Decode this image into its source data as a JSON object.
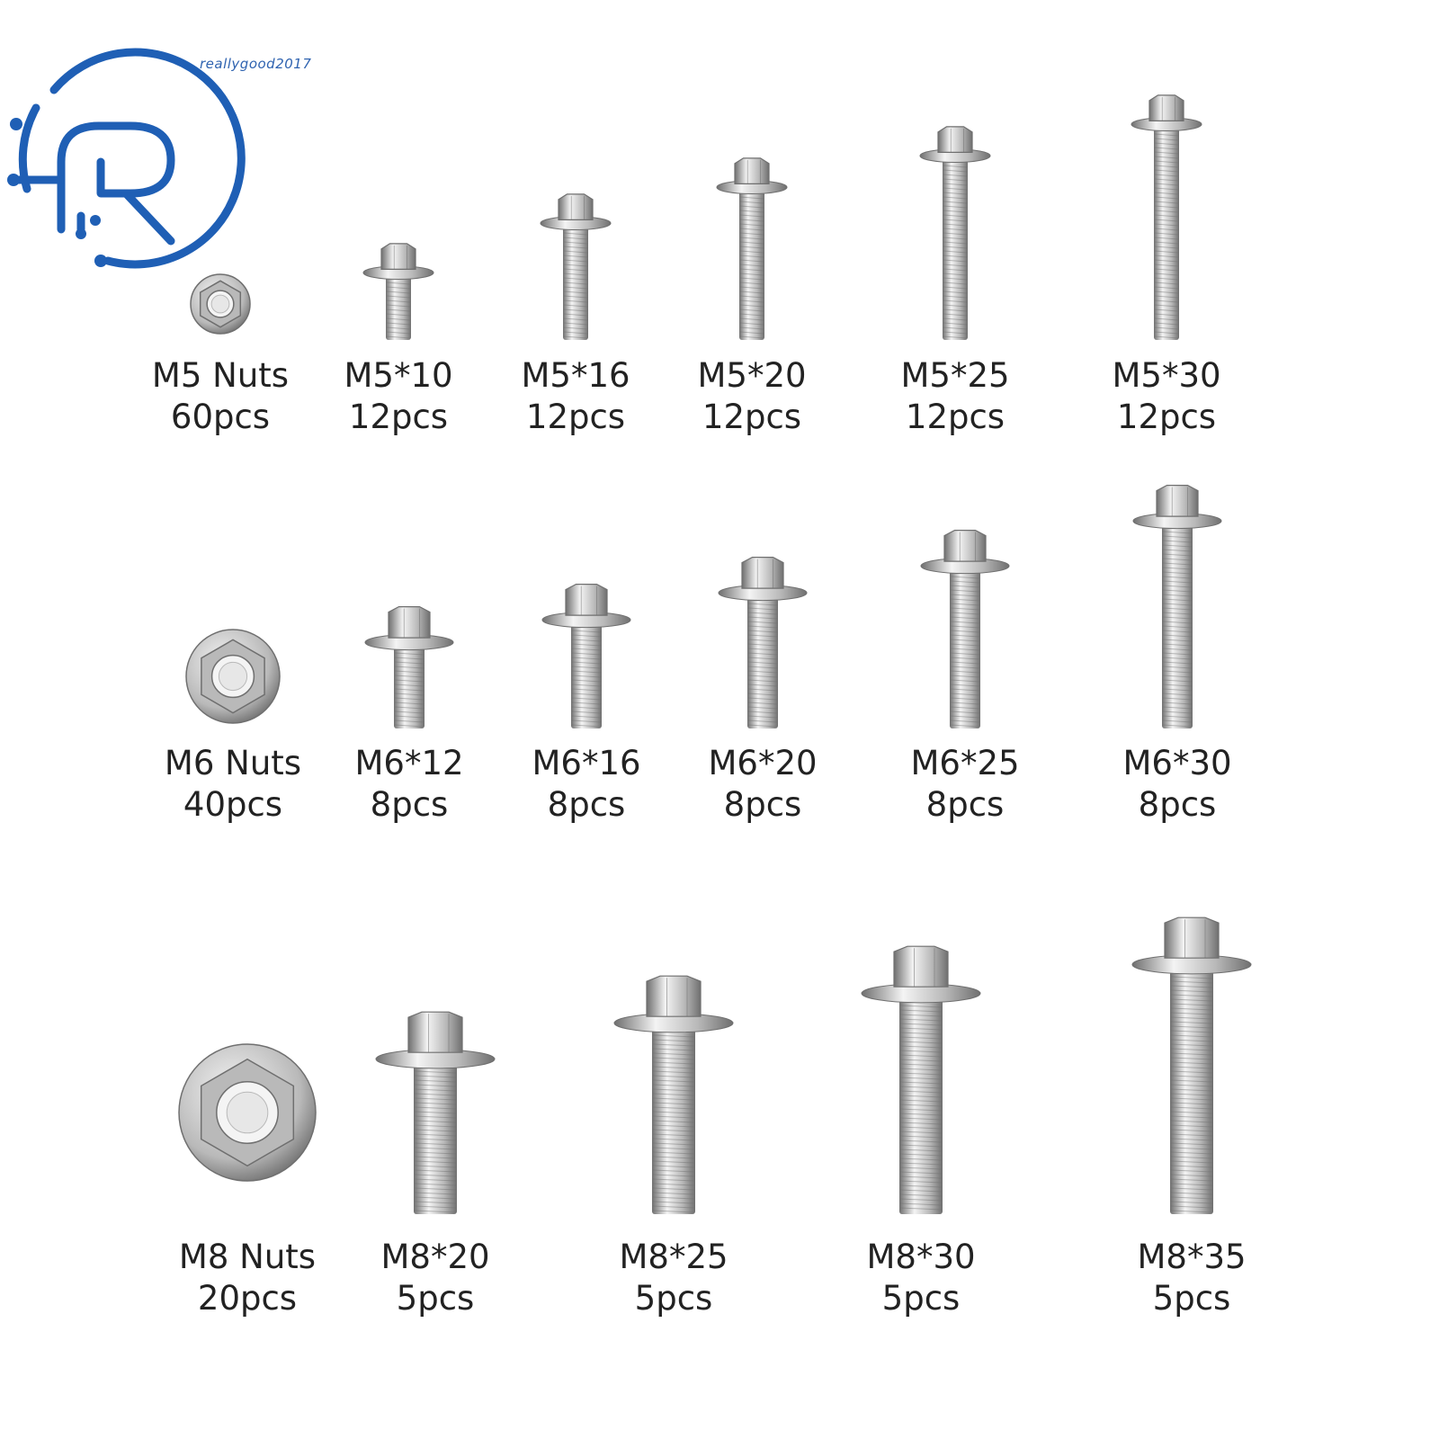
{
  "watermark": {
    "brand": "reallygood2017",
    "logo_letter": "R",
    "color": "#1f5fb5"
  },
  "metal_colors": {
    "light": "#f4f4f4",
    "mid": "#b9b9b9",
    "dark": "#6f6f6f"
  },
  "rows": [
    {
      "items": [
        {
          "kind": "nut",
          "size": "M5 Nuts",
          "qty": "60pcs"
        },
        {
          "kind": "bolt",
          "size": "M5*10",
          "qty": "12pcs"
        },
        {
          "kind": "bolt",
          "size": "M5*16",
          "qty": "12pcs"
        },
        {
          "kind": "bolt",
          "size": "M5*20",
          "qty": "12pcs"
        },
        {
          "kind": "bolt",
          "size": "M5*25",
          "qty": "12pcs"
        },
        {
          "kind": "bolt",
          "size": "M5*30",
          "qty": "12pcs"
        }
      ]
    },
    {
      "items": [
        {
          "kind": "nut",
          "size": "M6 Nuts",
          "qty": "40pcs"
        },
        {
          "kind": "bolt",
          "size": "M6*12",
          "qty": "8pcs"
        },
        {
          "kind": "bolt",
          "size": "M6*16",
          "qty": "8pcs"
        },
        {
          "kind": "bolt",
          "size": "M6*20",
          "qty": "8pcs"
        },
        {
          "kind": "bolt",
          "size": "M6*25",
          "qty": "8pcs"
        },
        {
          "kind": "bolt",
          "size": "M6*30",
          "qty": "8pcs"
        }
      ]
    },
    {
      "items": [
        {
          "kind": "nut",
          "size": "M8 Nuts",
          "qty": "20pcs"
        },
        {
          "kind": "bolt",
          "size": "M8*20",
          "qty": "5pcs"
        },
        {
          "kind": "bolt",
          "size": "M8*25",
          "qty": "5pcs"
        },
        {
          "kind": "bolt",
          "size": "M8*30",
          "qty": "5pcs"
        },
        {
          "kind": "bolt",
          "size": "M8*35",
          "qty": "5pcs"
        }
      ]
    }
  ]
}
